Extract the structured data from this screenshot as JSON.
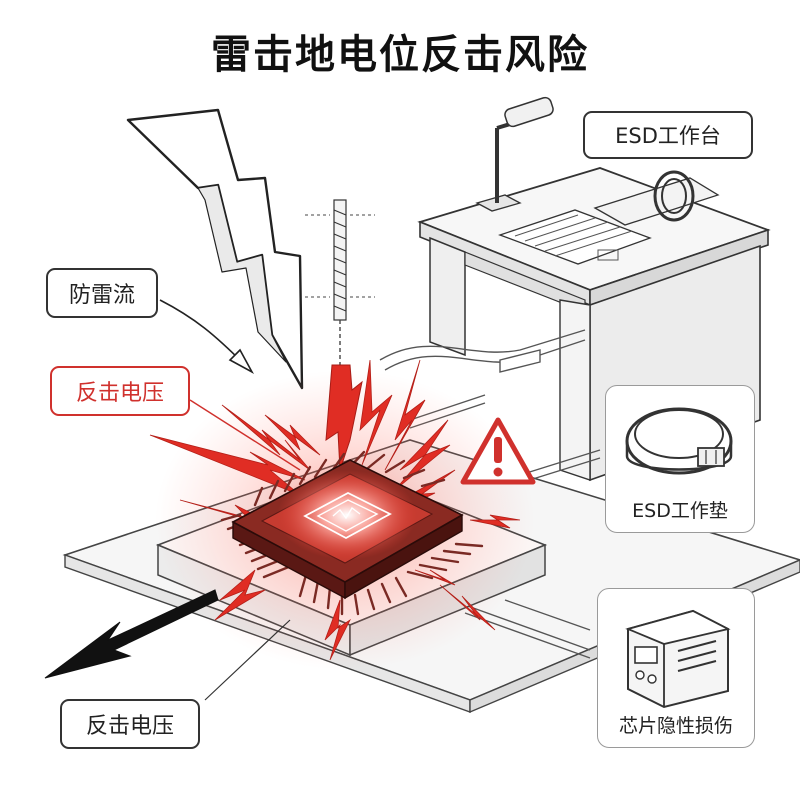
{
  "title": "雷击地电位反击风险",
  "labels": {
    "lightning_current": "防雷流",
    "counter_voltage_red": "反击电压",
    "counter_voltage_bottom": "反击电压"
  },
  "cards": {
    "esd_workbench": "ESD工作台",
    "esd_mat": "ESD工作垫",
    "chip_damage": "芯片隐性损伤"
  },
  "colors": {
    "accent_red": "#d0312d",
    "line": "#333333",
    "panel_gray": "#f2f2f2"
  },
  "icons": [
    "lightning-bolt-icon",
    "warning-triangle-icon",
    "wrist-strap-icon",
    "esd-mat-ring-icon",
    "tester-device-icon"
  ]
}
